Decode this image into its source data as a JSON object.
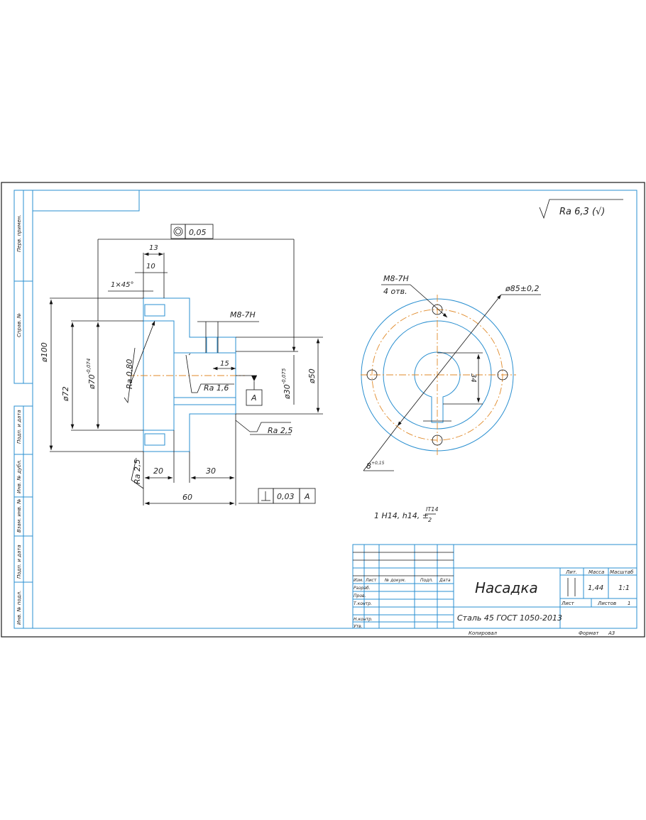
{
  "sheet": {
    "side_stamps": [
      "Перв. примен.",
      "Справ. №",
      "Подп. и дата",
      "Инв. № дубл.",
      "Взам. инв. №",
      "Подп. и дата",
      "Инв. № подл."
    ],
    "roughness_general": "Ra 6,3 (√)",
    "notes": "1 H14, h14, ±",
    "notes_fraction_num": "IT14",
    "notes_fraction_den": "2"
  },
  "section_view": {
    "concentricity_tol": "0,05",
    "perpendicularity_tol": "0,03",
    "perpendicularity_datum": "A",
    "datum": "A",
    "dims": {
      "d13": "13",
      "d10": "10",
      "chamfer": "1×45°",
      "thread": "M8-7H",
      "d15": "15",
      "dia100": "ø100",
      "dia72": "ø72",
      "dia70": "ø70",
      "dia70_tol": "-0,074",
      "dia30": "ø30",
      "dia30_tol": "-0,075",
      "dia50": "ø50",
      "d20": "20",
      "d30": "30",
      "d60": "60"
    },
    "roughness": {
      "ra080": "Ra 0,80",
      "ra16": "Ra 1,6",
      "ra25_right": "Ra 2,5",
      "ra25_left": "Ra 2,5"
    }
  },
  "end_view": {
    "thread": "M8-7H",
    "holes": "4 отв.",
    "pcd": "ø85±0,2",
    "keyway_depth": "34",
    "keyway_width": "8",
    "keyway_tol": "+0,15"
  },
  "title_block": {
    "row_headers": [
      "Изм.",
      "Лист",
      "№ докум.",
      "Подп.",
      "Дата"
    ],
    "roles": [
      "Разраб.",
      "Пров.",
      "Т.контр.",
      "",
      "Н.контр.",
      "Утв."
    ],
    "title": "Насадка",
    "material": "Сталь 45 ГОСТ 1050-2013",
    "lit_label": "Лит.",
    "mass_label": "Масса",
    "scale_label": "Масштаб",
    "mass": "1,44",
    "scale": "1:1",
    "sheet_label": "Лист",
    "sheets_label": "Листов",
    "sheets": "1",
    "copied_label": "Копировал",
    "format_label": "Формат",
    "format": "А3"
  }
}
